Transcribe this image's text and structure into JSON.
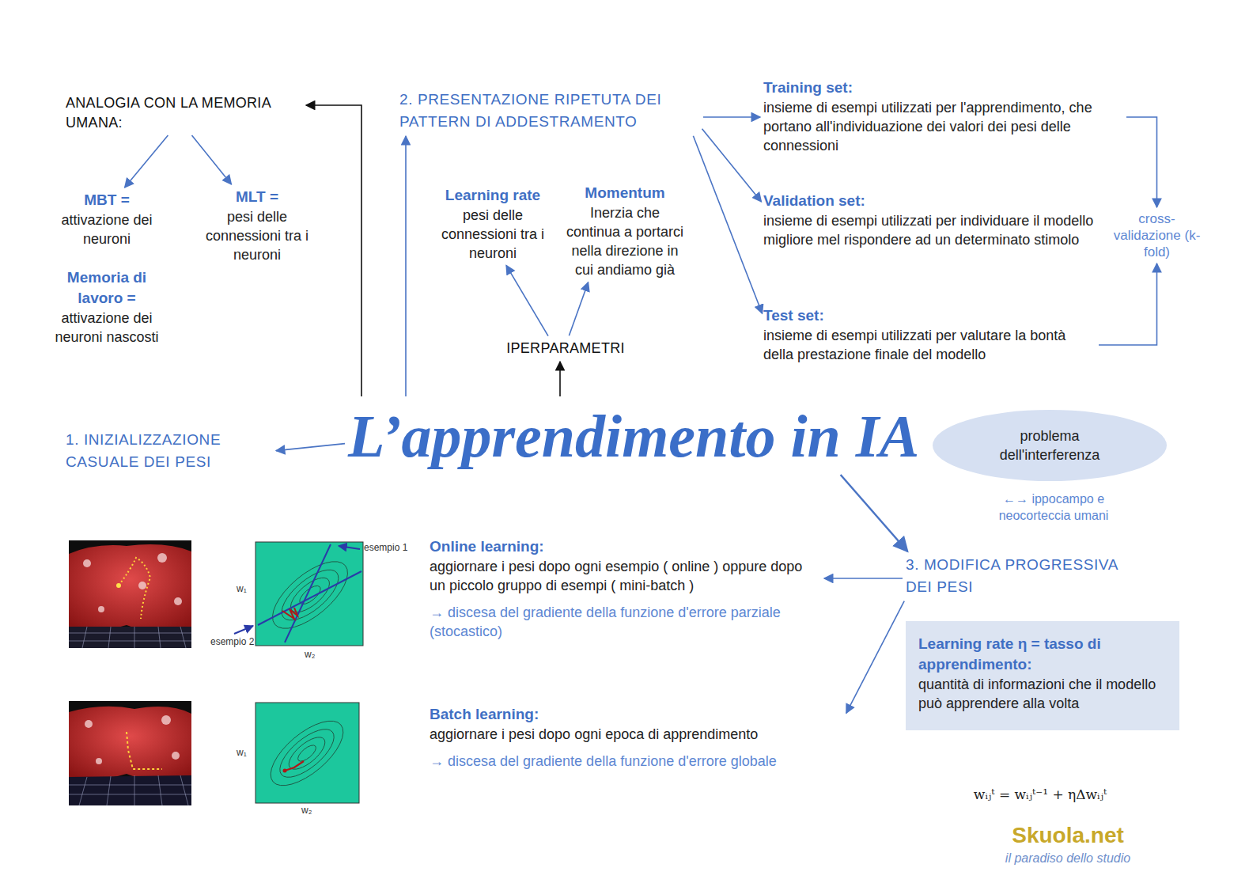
{
  "diagram": {
    "nodes": [
      {
        "text": [
          "ANALOGIA CON LA MEMORIA UMANA:"
        ]
      },
      {
        "text": [
          "MBT =",
          "attivazione dei neuroni"
        ]
      },
      {
        "text": [
          "MLT =",
          "pesi delle connessioni tra i neuroni"
        ]
      },
      {
        "text": [
          "Memoria di lavoro =",
          "attivazione dei neuroni nascosti"
        ]
      },
      {
        "text": [
          "2. PRESENTAZIONE RIPETUTA DEI PATTERN DI ADDESTRAMENTO"
        ]
      },
      {
        "text": [
          "Learning rate",
          "pesi delle connessioni tra i neuroni"
        ]
      },
      {
        "text": [
          "Momentum",
          "Inerzia che continua a portarci nella direzione in cui andiamo già"
        ]
      },
      {
        "text": [
          "IPERPARAMETRI"
        ]
      },
      {
        "text": [
          "Training set:",
          "insieme di esempi utilizzati per l'apprendimento, che portano all'individuazione dei valori dei pesi delle connessioni"
        ]
      },
      {
        "text": [
          "Validation set:",
          "insieme di esempi utilizzati per individuare il modello migliore mel rispondere ad un determinato stimolo"
        ]
      },
      {
        "text": [
          "Test set:",
          "insieme di esempi utilizzati per valutare la bontà della prestazione finale del modello"
        ]
      },
      {
        "text": [
          "cross-validazione (k-fold)"
        ]
      },
      {
        "text": [
          "L’apprendimento in IA"
        ]
      },
      {
        "text": [
          "1. INIZIALIZZAZIONE CASUALE DEI PESI"
        ]
      },
      {
        "text": [
          "problema dell'interferenza"
        ]
      },
      {
        "text": [
          "3. MODIFICA PROGRESSIVA DEI PESI"
        ]
      },
      {
        "text": [
          "Online learning:",
          "aggiornare i pesi dopo ogni esempio ( online ) oppure dopo un piccolo gruppo di esempi ( mini-batch )",
          "→ discesa del gradiente della funzione d'errore parziale (stocastico)"
        ]
      },
      {
        "text": [
          "Batch learning:",
          "aggiornare i pesi dopo ogni epoca di apprendimento",
          "→ discesa del gradiente della funzione d'errore globale"
        ]
      },
      {
        "text": [
          "Learning rate η = tasso di apprendimento:",
          "quantità di informazioni che il modello può apprendere alla volta"
        ]
      }
    ],
    "edges": [
      {
        "from": 12,
        "to": 13,
        "arrow": "to"
      },
      {
        "from": 12,
        "to": 0,
        "arrow": "to"
      },
      {
        "from": 12,
        "to": 4,
        "arrow": "to"
      },
      {
        "from": 12,
        "to": 7,
        "arrow": "to"
      },
      {
        "from": 7,
        "to": 5,
        "arrow": "to"
      },
      {
        "from": 7,
        "to": 6,
        "arrow": "to"
      },
      {
        "from": 0,
        "to": 1,
        "arrow": "to"
      },
      {
        "from": 0,
        "to": 2,
        "arrow": "to"
      },
      {
        "from": 4,
        "to": 8,
        "arrow": "to"
      },
      {
        "from": 4,
        "to": 9,
        "arrow": "to"
      },
      {
        "from": 4,
        "to": 10,
        "arrow": "to"
      },
      {
        "from": 8,
        "to": 11,
        "arrow": "to"
      },
      {
        "from": 10,
        "to": 11,
        "arrow": "to"
      },
      {
        "from": 12,
        "to": 15,
        "arrow": "to"
      },
      {
        "from": 15,
        "to": 16,
        "arrow": "to"
      },
      {
        "from": 15,
        "to": 17,
        "arrow": "to"
      }
    ],
    "labels": [
      "←→ ippocampo e neocorteccia umani",
      "wᵢⱼᵗ = wᵢⱼᵗ⁻¹ + ηΔwᵢⱼᵗ",
      "esempio 1",
      "esempio 2",
      "w₁",
      "w₂",
      "w₁",
      "w₂",
      "Skuola.net",
      "il paradiso dello studio"
    ]
  }
}
